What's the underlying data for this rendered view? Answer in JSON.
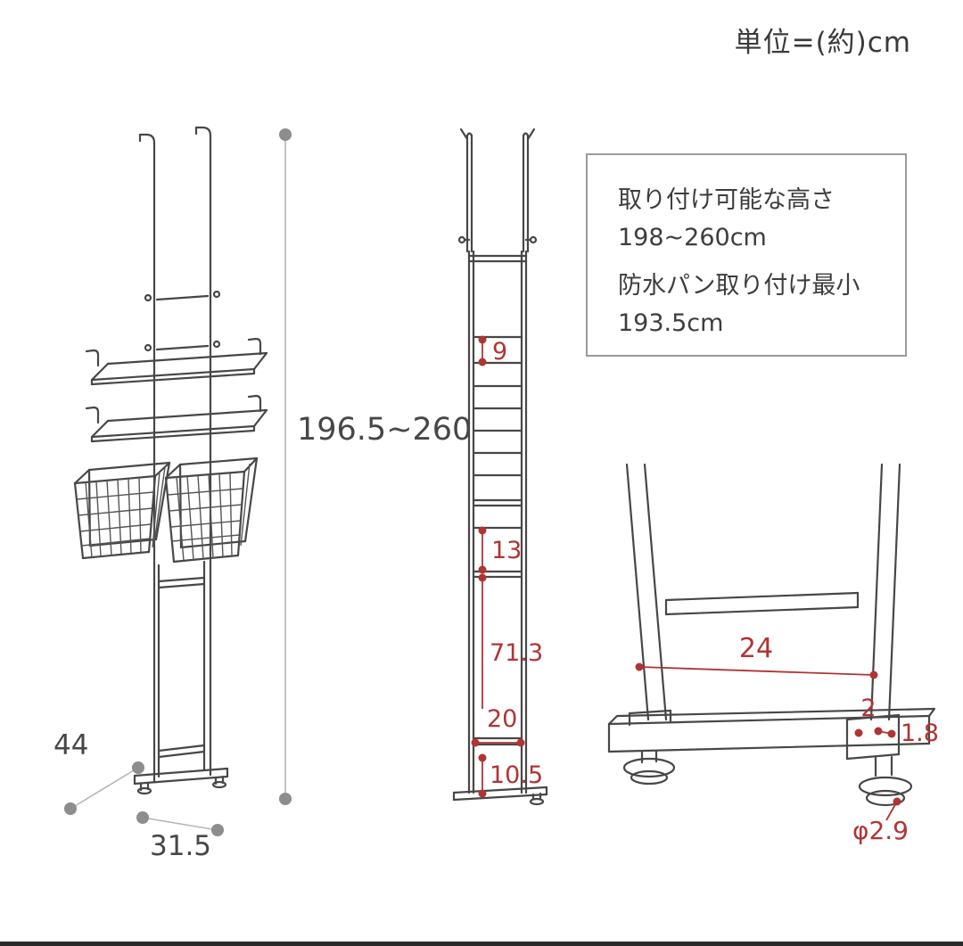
{
  "unit_label": "単位=(約)cm",
  "colors": {
    "line_art": "#474747",
    "dimension_red": "#b13434",
    "dot_gray": "#8d8d8d",
    "text_dark": "#3d3d3d"
  },
  "front_view": {
    "height_label": "196.5~260",
    "depth_label": "44",
    "width_label": "31.5"
  },
  "side_view": {
    "top_gap_label": "9",
    "shelf_gap_label": "13",
    "lower_span_label": "71.3",
    "base_width_label": "20",
    "base_height_label": "10.5"
  },
  "info_box": {
    "line1": "取り付け可能な高さ",
    "line2": "198~260cm",
    "line3": "防水パン取り付け最小",
    "line4": "193.5cm"
  },
  "base_detail": {
    "inner_span_label": "24",
    "leg_width_label": "2",
    "edge_offset_label": "1.8",
    "foot_diameter_label": "φ2.9"
  }
}
